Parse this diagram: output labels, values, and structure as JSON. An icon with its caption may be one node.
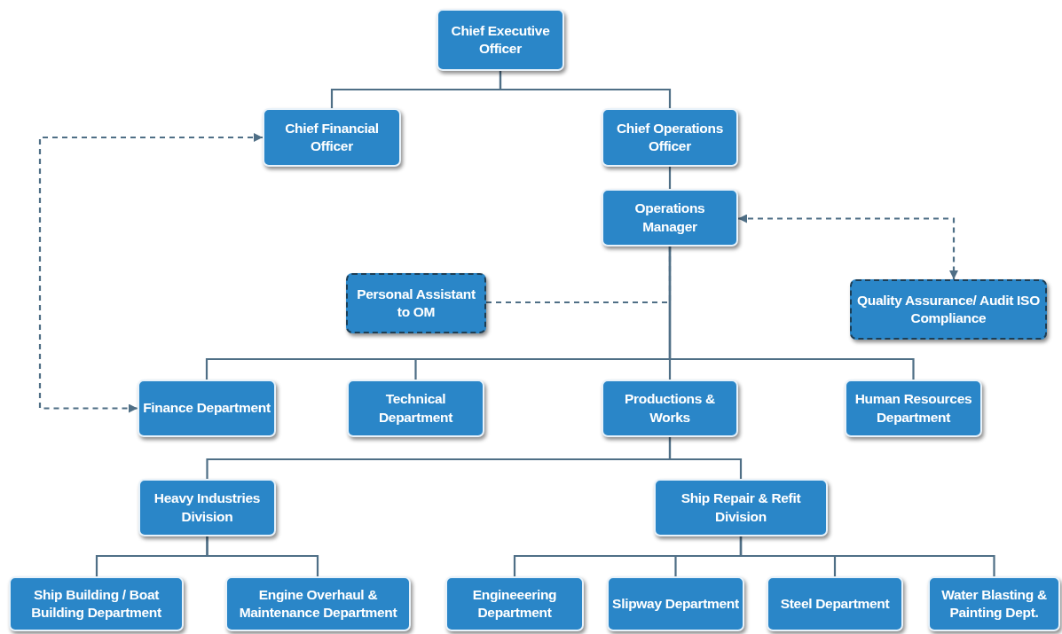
{
  "diagram": {
    "nodes": [
      {
        "text": [
          "Chief Executive Officer"
        ]
      },
      {
        "text": [
          "Chief Financial Officer"
        ]
      },
      {
        "text": [
          "Chief Operations Officer"
        ]
      },
      {
        "text": [
          "Operations Manager"
        ]
      },
      {
        "text": [
          "Personal Assistant to OM"
        ]
      },
      {
        "text": [
          "Quality Assurance/ Audit ISO Compliance"
        ]
      },
      {
        "text": [
          "Finance Department"
        ]
      },
      {
        "text": [
          "Technical Department"
        ]
      },
      {
        "text": [
          "Productions & Works"
        ]
      },
      {
        "text": [
          "Human Resources Department"
        ]
      },
      {
        "text": [
          "Heavy Industries Division"
        ]
      },
      {
        "text": [
          "Ship Repair & Refit Division"
        ]
      },
      {
        "text": [
          "Ship Building / Boat Building Department"
        ]
      },
      {
        "text": [
          "Engine Overhaul & Maintenance Department"
        ]
      },
      {
        "text": [
          "Engineeering Department"
        ]
      },
      {
        "text": [
          "Slipway Department"
        ]
      },
      {
        "text": [
          "Steel Department"
        ]
      },
      {
        "text": [
          "Water Blasting & Painting Dept."
        ]
      }
    ],
    "edges": [
      {
        "from": 0,
        "to": 1,
        "arrow": "none"
      },
      {
        "from": 0,
        "to": 2,
        "arrow": "none"
      },
      {
        "from": 2,
        "to": 3,
        "arrow": "none"
      },
      {
        "from": 3,
        "to": 6,
        "arrow": "none"
      },
      {
        "from": 3,
        "to": 7,
        "arrow": "none"
      },
      {
        "from": 3,
        "to": 8,
        "arrow": "none"
      },
      {
        "from": 3,
        "to": 9,
        "arrow": "none"
      },
      {
        "from": 8,
        "to": 10,
        "arrow": "none"
      },
      {
        "from": 8,
        "to": 11,
        "arrow": "none"
      },
      {
        "from": 10,
        "to": 12,
        "arrow": "none"
      },
      {
        "from": 10,
        "to": 13,
        "arrow": "none"
      },
      {
        "from": 11,
        "to": 14,
        "arrow": "none"
      },
      {
        "from": 11,
        "to": 15,
        "arrow": "none"
      },
      {
        "from": 11,
        "to": 16,
        "arrow": "none"
      },
      {
        "from": 11,
        "to": 17,
        "arrow": "none"
      },
      {
        "from": 1,
        "to": 6,
        "arrow": "both",
        "style": "dashed"
      },
      {
        "from": 3,
        "to": 5,
        "arrow": "both",
        "style": "dashed"
      },
      {
        "from": 4,
        "to": 3,
        "arrow": "none",
        "style": "dashed"
      }
    ]
  }
}
